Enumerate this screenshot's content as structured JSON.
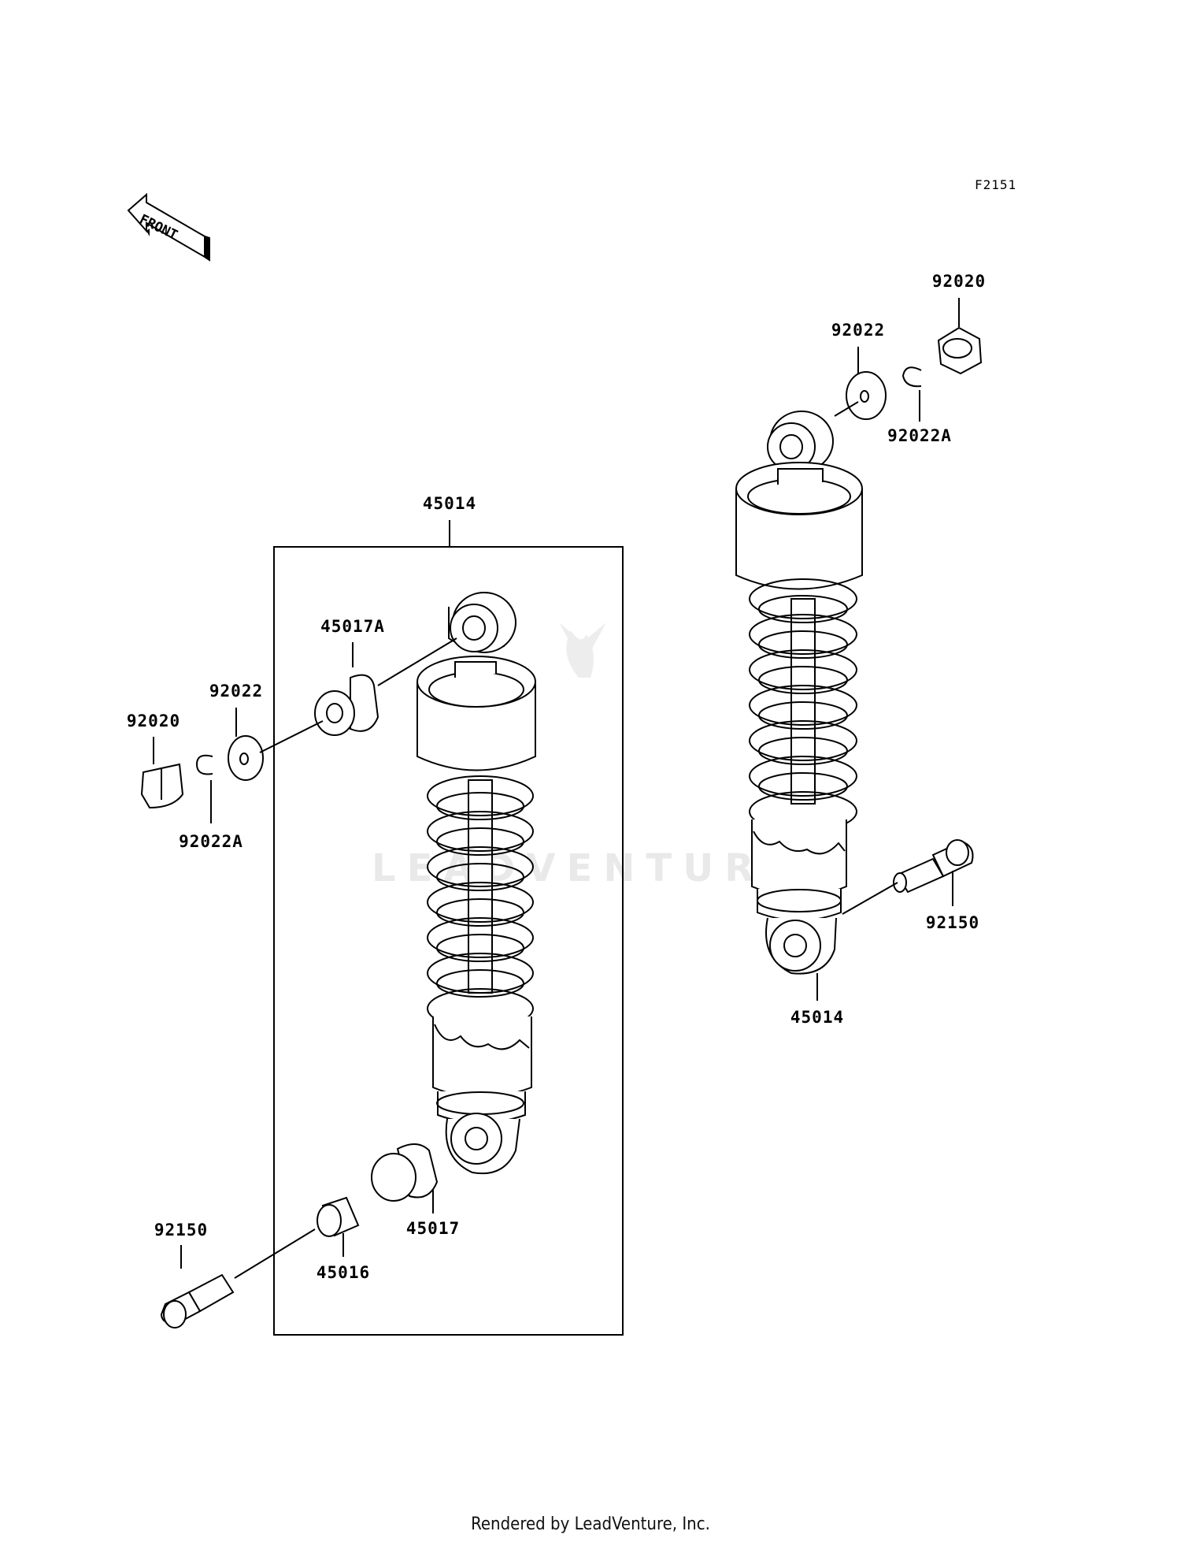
{
  "diagram": {
    "drawing_code": "F2151",
    "front_indicator": "FRONT",
    "watermark": "LEADVENTURE",
    "footer": "Rendered by LeadVenture, Inc.",
    "labels": {
      "assembly_box": "45014",
      "left_bushing_upper": "45017A",
      "left_washer": "92022",
      "left_nut": "92020",
      "left_clip": "92022A",
      "left_bushing_lower": "45017",
      "left_collar": "45016",
      "left_bolt": "92150",
      "right_nut": "92020",
      "right_washer": "92022",
      "right_clip": "92022A",
      "right_bolt": "92150",
      "right_shock": "45014"
    }
  }
}
